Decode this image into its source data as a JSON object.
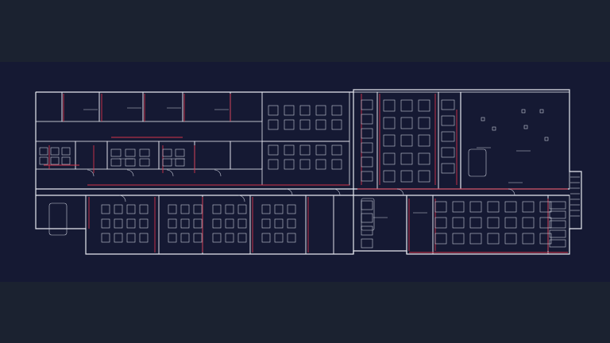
{
  "viewer": {
    "background_color": "#1b2230",
    "canvas_color": "#151933"
  },
  "drawing": {
    "type": "architectural floor plan (CAD linework)",
    "line_color": "#e6e8f0",
    "partition_color": "#d2334a",
    "annotation_color": "#c7cbd8",
    "icons": [
      "door-swing",
      "workstation-desk",
      "conference-table",
      "stair",
      "column-grid"
    ]
  }
}
